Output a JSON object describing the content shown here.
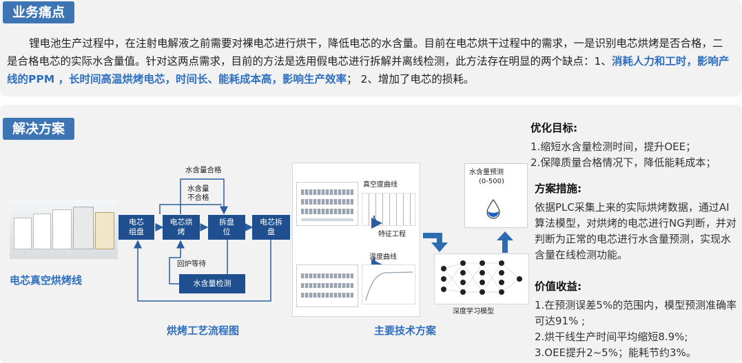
{
  "pain": {
    "tag": "业务痛点",
    "line1": "锂电池生产过程中，在注射电解液之前需要对裸电芯进行烘干，降低电芯的水含量。目前在电芯烘干过程中的需求，一是识别电芯烘",
    "line2": "烤是否合格，二是合格电芯的实际水含量值。针对这两点需求，目前的方法是选用假电芯进行拆解并离线检测，此方法存在明显的两个缺",
    "line3_pre": "点：1、",
    "line3_hl": "消耗人力和工时，影响产线的PPM ，长时间高温烘烤电芯，时间长、能耗成本高，影响生产效率",
    "line3_post": "； 2、增加了电芯的损耗。"
  },
  "solution": {
    "tag": "解决方案",
    "line_caption": "电芯真空烘烤线",
    "flow": {
      "box1": "电芯\n组盘",
      "box2": "电芯烘\n烤",
      "box3": "拆盘\n位",
      "box4": "电芯拆\n盘",
      "box5": "水含量检测",
      "lbl_ok": "水含量合格",
      "lbl_ng": "水含量\n不合格",
      "lbl_return": "回炉等待",
      "caption": "烘烤工艺流程图"
    },
    "tech": {
      "vacuum_curve": "真空度曲线",
      "feature_eng": "特征工程",
      "temp_curve": "温度曲线",
      "dl_model": "深度学习模型",
      "predict_title": "水含量预测",
      "predict_range": "(0-500)",
      "caption": "主要技术方案"
    }
  },
  "side": {
    "goal_title": "优化目标:",
    "goal1": "1.缩短水含量检测时间，提升OEE；",
    "goal2": "2.保障质量合格情况下，降低能耗成本；",
    "measure_title": "方案措施:",
    "measure_text": "依据PLC采集上来的实际烘烤数据，通过AI算法模型，对烘烤的电芯进行NG判断，并对判断为正常的电芯进行水含量预测，实现水含量在线检测功能。",
    "value_title": "价值收益:",
    "value1": "1.在预测误差5%的范围内，模型预测准确率可达91% ;",
    "value2": "2.烘干线生产时间平均缩短8.9%;",
    "value3": "3.OEE提升2~5%；能耗节约3%。"
  },
  "colors": {
    "accent": "#3c74b4",
    "box": "#1f4f8f",
    "highlight": "#2f6fbf"
  }
}
